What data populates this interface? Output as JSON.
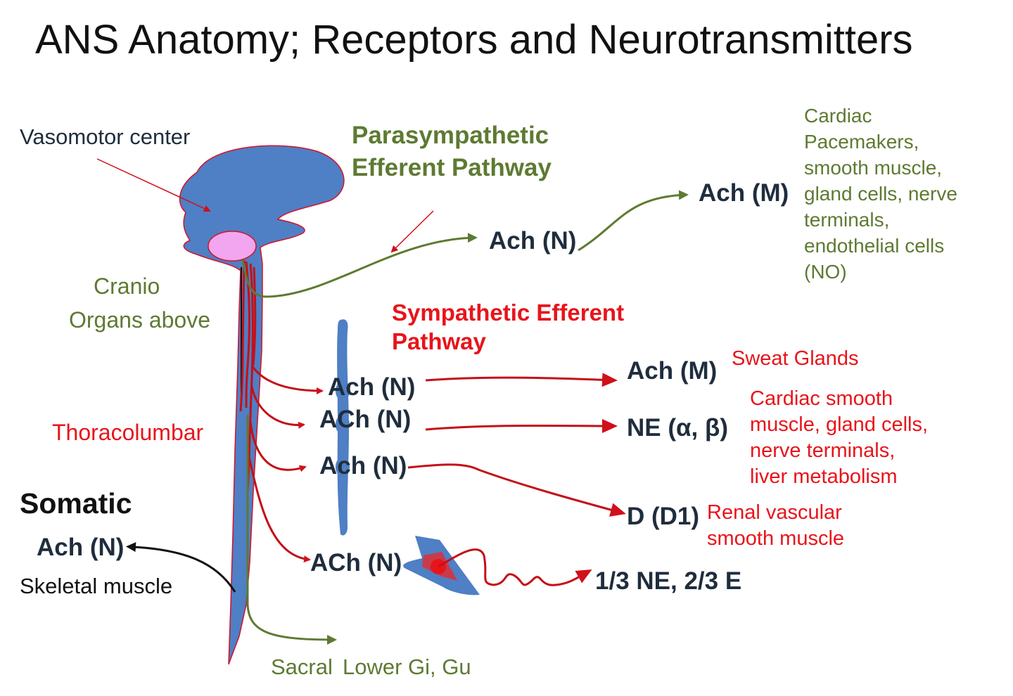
{
  "title": "ANS Anatomy; Receptors and Neurotransmitters",
  "colors": {
    "cns_fill": "#4f7fc4",
    "cns_outline": "#d1132b",
    "nucleus": "#f3a6f0",
    "parasympathetic": "#5e7a32",
    "sympathetic": "#d0101a",
    "somatic": "#111111",
    "label_dark": "#1f2d3d"
  },
  "labels": {
    "vasomotor_center": "Vasomotor center",
    "cranio": "Cranio",
    "organs_above": "Organs above",
    "thoracolumbar": "Thoracolumbar",
    "sacral": "Sacral",
    "lower_gi_gu": "Lower Gi, Gu"
  },
  "parasympathetic": {
    "heading_line1": "Parasympathetic",
    "heading_line2": "Efferent Pathway",
    "ganglion_label": "Ach (N)",
    "target_label": "Ach (M)",
    "targets_lines": [
      "Cardiac",
      "Pacemakers,",
      "smooth muscle,",
      "gland cells, nerve",
      "terminals,",
      "endothelial cells",
      "(NO)"
    ]
  },
  "sympathetic": {
    "heading_line1": "Sympathetic Efferent",
    "heading_line2": "Pathway",
    "pre_labels": [
      "Ach (N)",
      "ACh (N)",
      "Ach (N)",
      "ACh (N)"
    ],
    "post_labels": [
      "Ach (M)",
      "NE (α, β)",
      "D (D1)",
      "1/3 NE, 2/3 E"
    ],
    "sweat_glands": "Sweat Glands",
    "ne_targets_lines": [
      "Cardiac smooth",
      "muscle, gland cells,",
      "nerve terminals,",
      "liver metabolism"
    ],
    "d1_targets_lines": [
      "Renal vascular",
      "smooth muscle"
    ]
  },
  "somatic": {
    "heading": "Somatic",
    "label": "Ach (N)",
    "target": "Skeletal muscle"
  }
}
